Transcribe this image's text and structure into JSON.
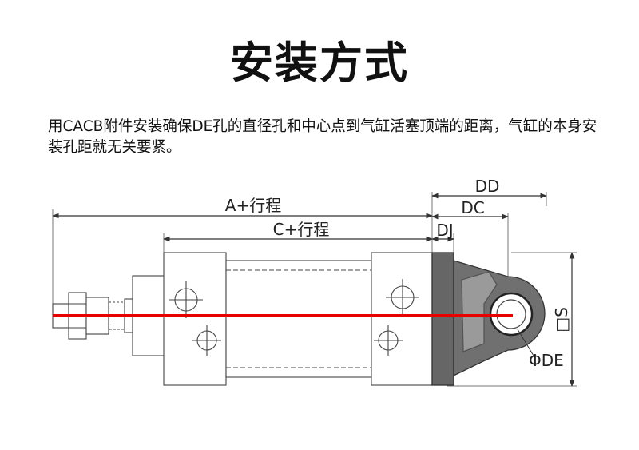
{
  "title": "安装方式",
  "description": "用CACB附件安装确保DE孔的直径孔和中心点到气缸活塞顶端的距离，气缸的本身安装孔距就无关要紧。",
  "diagram": {
    "dim_a": "A+行程",
    "dim_c": "C+行程",
    "dim_dd": "DD",
    "dim_dc": "DC",
    "dim_dj": "DJ",
    "dim_s": "□S",
    "dim_de": "ΦDE",
    "center_line_color": "#e60000"
  }
}
